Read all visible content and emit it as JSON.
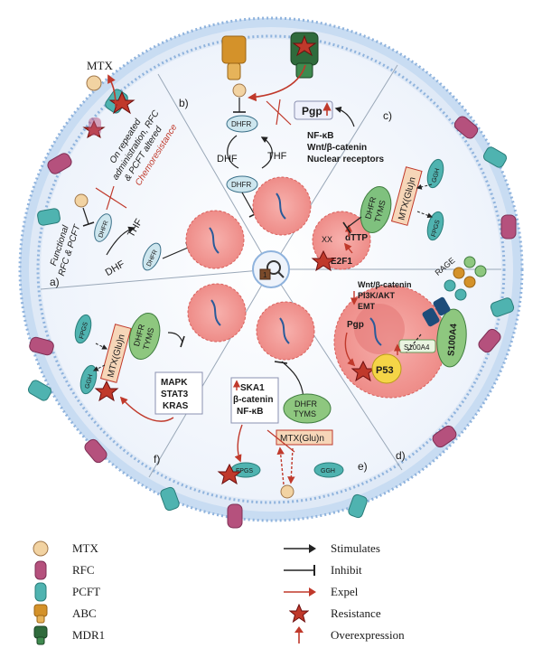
{
  "figure": {
    "center_badge": "1",
    "panels": {
      "a": "a)",
      "b": "b)",
      "c": "c)",
      "d": "d)",
      "e": "e)",
      "f": "f)"
    },
    "top_left": {
      "mtx": "MTX",
      "note_line1": "On repeated",
      "note_line2": "administration, RFC",
      "note_line3": "& PCFT altered",
      "note_red": "Chemoresistance"
    },
    "panel_a": {
      "functional_1": "Functional",
      "functional_2": "RFC & PCFT",
      "dhfr": "DHFR",
      "thf": "THF",
      "dhf": "DHF",
      "dhfr2": "DHFR"
    },
    "panel_b": {
      "dhfr_top": "DHFR",
      "dhf": "DHF",
      "thf": "THF",
      "dhfr_bottom": "DHFR",
      "pgp": "Pgp",
      "nfkb": "NF-κB",
      "wnt": "Wnt/β-catenin",
      "nuclear": "Nuclear receptors"
    },
    "panel_c": {
      "dhfr": "DHFR",
      "tyms": "TYMS",
      "mtx_glu": "MTX(Glu)n",
      "ggh": "GGH",
      "fpgs": "FPGS",
      "dttp": "dTTP",
      "e2f1": "E2F1"
    },
    "panel_d": {
      "wnt": "Wnt/β-catenin",
      "pi3k": "PI3K/AKT",
      "emt": "EMT",
      "pgp": "Pgp",
      "p53": "P53",
      "s100a4_small": "S100A4",
      "s100a4_big": "S100A4",
      "rage": "RAGE"
    },
    "panel_e": {
      "dhfr": "DHFR",
      "tyms": "TYMS",
      "mtx_glu": "MTX(Glu)n",
      "ggh": "GGH",
      "fpgs": "FPGS",
      "ska1": "SKA1",
      "bcat": "β-catenin",
      "nfkb": "NF-κB"
    },
    "panel_f": {
      "dhfr": "DHFR",
      "tyms": "TYMS",
      "mtx_glu": "MTX(Glu)n",
      "fpgs": "FPGS",
      "ggh": "GGH",
      "mapk": "MAPK",
      "stat3": "STAT3",
      "kras": "KRAS"
    }
  },
  "legend": {
    "left": [
      {
        "label": "MTX",
        "icon": "mtx-circle-icon",
        "color": "#f2d3a2"
      },
      {
        "label": "RFC",
        "icon": "rfc-transporter-icon",
        "color": "#b5517d"
      },
      {
        "label": "PCFT",
        "icon": "pcft-transporter-icon",
        "color": "#4fb3b0"
      },
      {
        "label": "ABC",
        "icon": "abc-transporter-icon",
        "color": "#d4922a"
      },
      {
        "label": "MDR1",
        "icon": "mdr1-transporter-icon",
        "color": "#2f6b3c"
      }
    ],
    "right": [
      {
        "label": "Stimulates",
        "icon": "black-arrow-icon"
      },
      {
        "label": "Inhibit",
        "icon": "inhibit-bar-icon"
      },
      {
        "label": "Expel",
        "icon": "red-arrow-icon"
      },
      {
        "label": "Resistance",
        "icon": "red-star-icon"
      },
      {
        "label": "Overexpression",
        "icon": "red-up-arrow-icon"
      }
    ]
  }
}
